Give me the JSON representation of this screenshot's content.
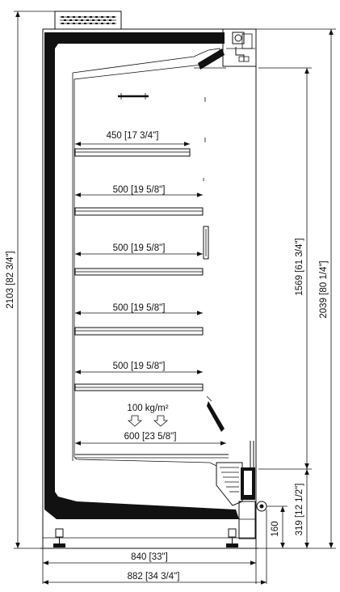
{
  "dimensions": {
    "shelf_1": "450 [17 3/4\"]",
    "shelf_2": "500 [19 5/8\"]",
    "shelf_3": "500 [19 5/8\"]",
    "shelf_4": "500 [19 5/8\"]",
    "shelf_5": "500 [19 5/8\"]",
    "base_deck": "600 [23 5/8\"]",
    "load": "100 kg/m²",
    "depth_inner": "840 [33\"]",
    "depth_total": "882 [34 3/4\"]",
    "height_total": "2103 [82 3/4\"]",
    "height_1569": "1569 [61 3/4\"]",
    "height_2039": "2039 [80 1/4\"]",
    "height_319": "319 [12 1/2\"]",
    "height_160": "160"
  }
}
